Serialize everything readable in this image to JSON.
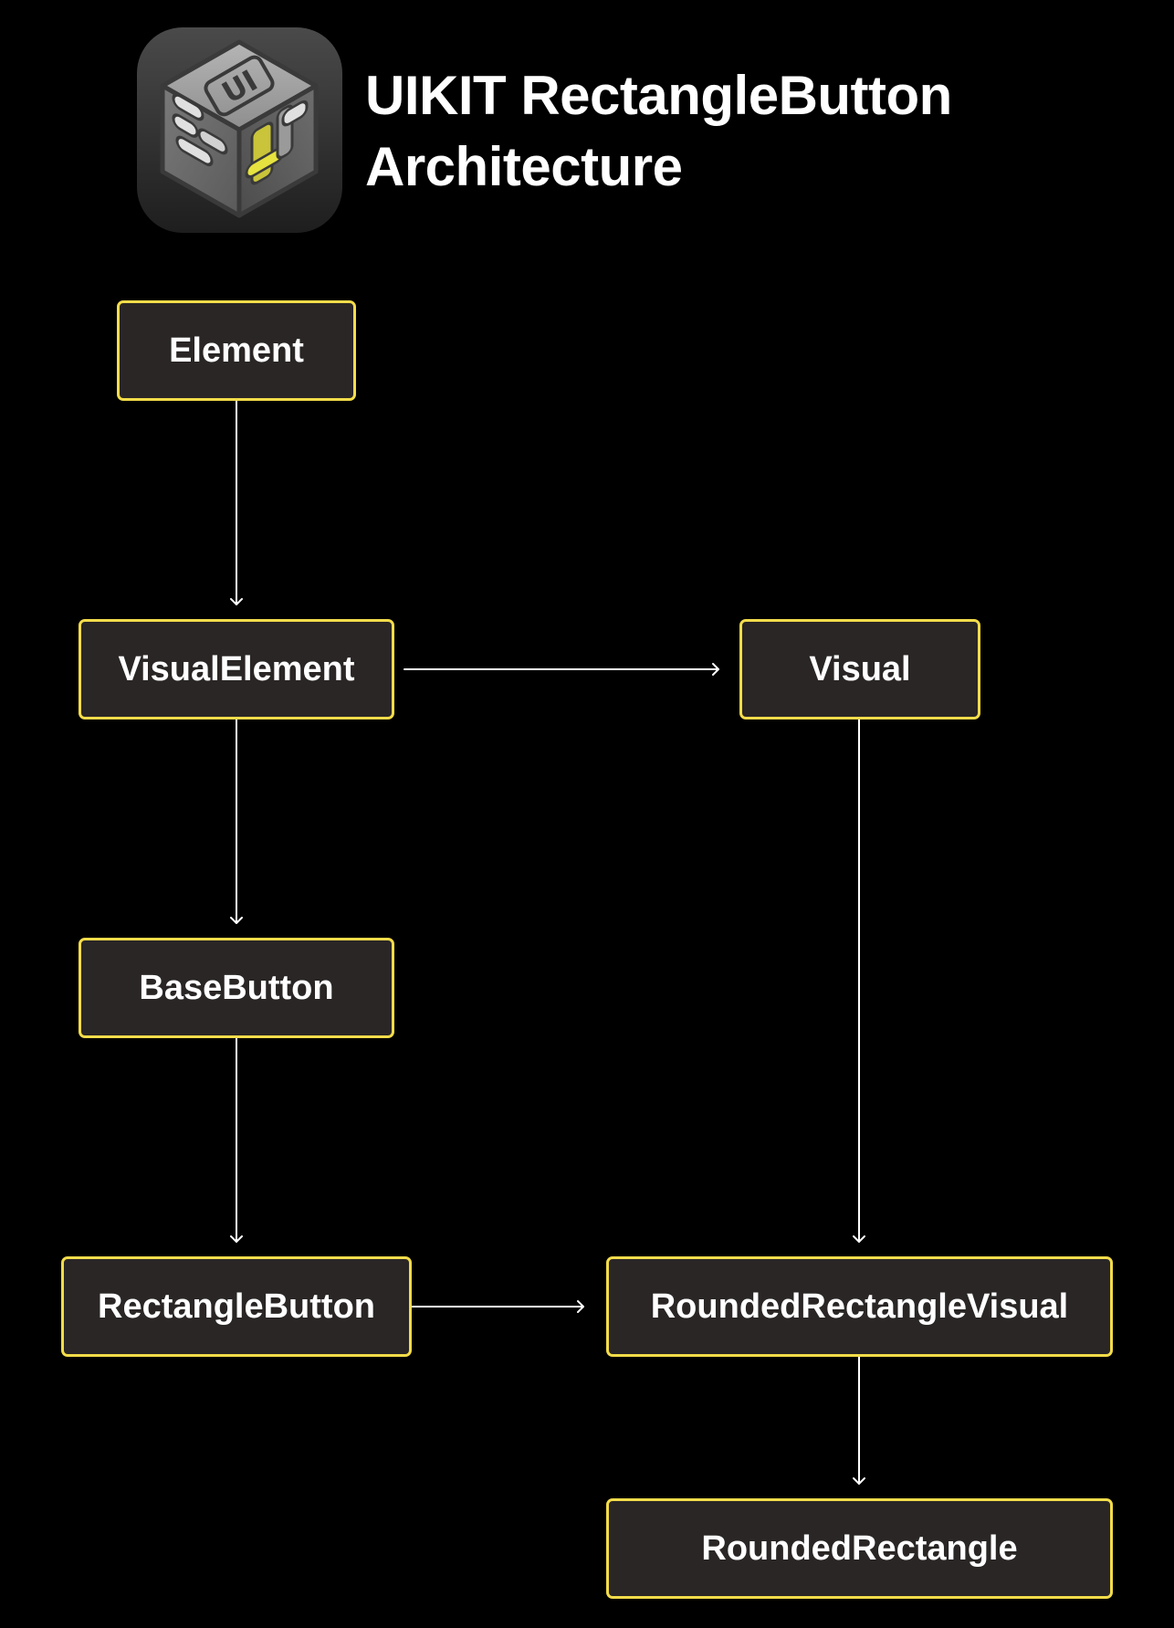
{
  "title": {
    "line1": "UIKIT RectangleButton",
    "line2": "Architecture"
  },
  "logo": {
    "icon": "uikit-cube-logo-icon",
    "mark_text": "UI"
  },
  "colors": {
    "background": "#000000",
    "node_fill": "#2a2626",
    "node_border": "#f3dc4a",
    "edge": "#ffffff",
    "text": "#ffffff"
  },
  "nodes": {
    "element": "Element",
    "visual_element": "VisualElement",
    "visual": "Visual",
    "base_button": "BaseButton",
    "rectangle_button": "RectangleButton",
    "rounded_rectangle_visual": "RoundedRectangleVisual",
    "rounded_rectangle": "RoundedRectangle"
  },
  "edges": [
    {
      "from": "element",
      "to": "visual_element"
    },
    {
      "from": "visual_element",
      "to": "visual"
    },
    {
      "from": "visual_element",
      "to": "base_button"
    },
    {
      "from": "base_button",
      "to": "rectangle_button"
    },
    {
      "from": "visual",
      "to": "rounded_rectangle_visual"
    },
    {
      "from": "rectangle_button",
      "to": "rounded_rectangle_visual"
    },
    {
      "from": "rounded_rectangle_visual",
      "to": "rounded_rectangle"
    }
  ]
}
